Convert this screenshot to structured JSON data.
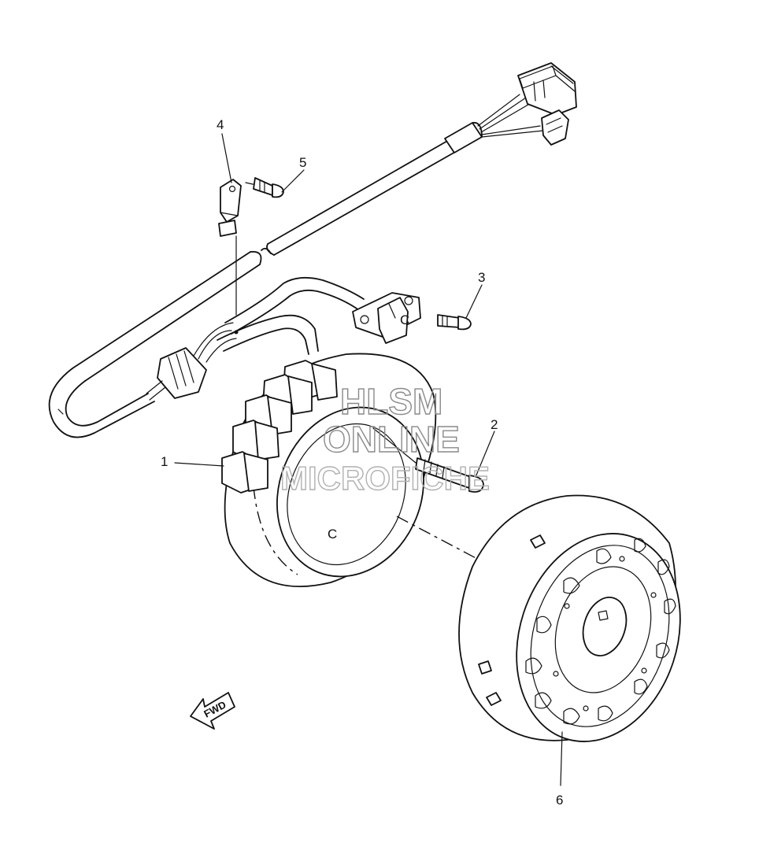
{
  "callouts": [
    {
      "id": "1",
      "label": "1",
      "part": "stator"
    },
    {
      "id": "2",
      "label": "2",
      "part": "stator-bolt"
    },
    {
      "id": "3",
      "label": "3",
      "part": "pickup-bolt"
    },
    {
      "id": "4",
      "label": "4",
      "part": "wire-clamp"
    },
    {
      "id": "5",
      "label": "5",
      "part": "clamp-bolt"
    },
    {
      "id": "6",
      "label": "6",
      "part": "rotor"
    }
  ],
  "watermark": {
    "line1": "HLSM",
    "line2": "ONLINE",
    "line3": "MICROFICHE"
  },
  "direction_badge": {
    "label": "FWD"
  },
  "stator_mark": "C",
  "pickup_mark": "C",
  "colors": {
    "ink": "#111111",
    "watermark": "#8a8a8a",
    "background": "#ffffff"
  }
}
